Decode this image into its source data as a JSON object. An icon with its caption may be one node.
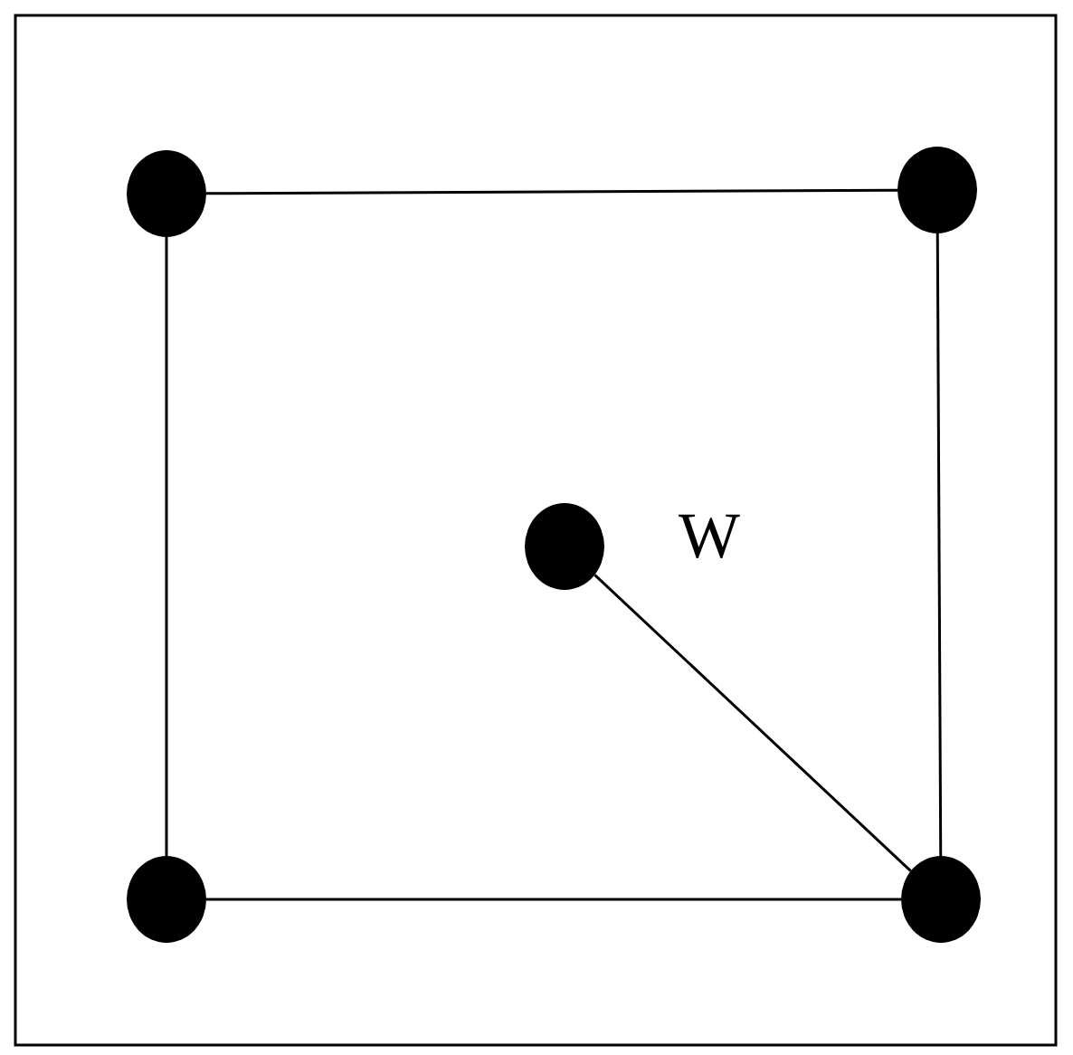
{
  "diagram": {
    "nodes": [
      {
        "text": [],
        "shape": "circle"
      },
      {
        "text": [],
        "shape": "circle"
      },
      {
        "text": [],
        "shape": "circle",
        "beside": [
          "W"
        ]
      },
      {
        "text": [],
        "shape": "circle"
      },
      {
        "text": [],
        "shape": "circle"
      }
    ],
    "edges": [
      {
        "from": 0,
        "to": 1,
        "arrow": "none"
      },
      {
        "from": 0,
        "to": 3,
        "arrow": "none"
      },
      {
        "from": 1,
        "to": 4,
        "arrow": "none"
      },
      {
        "from": 3,
        "to": 4,
        "arrow": "none"
      },
      {
        "from": 2,
        "to": 4,
        "arrow": "none"
      }
    ]
  }
}
